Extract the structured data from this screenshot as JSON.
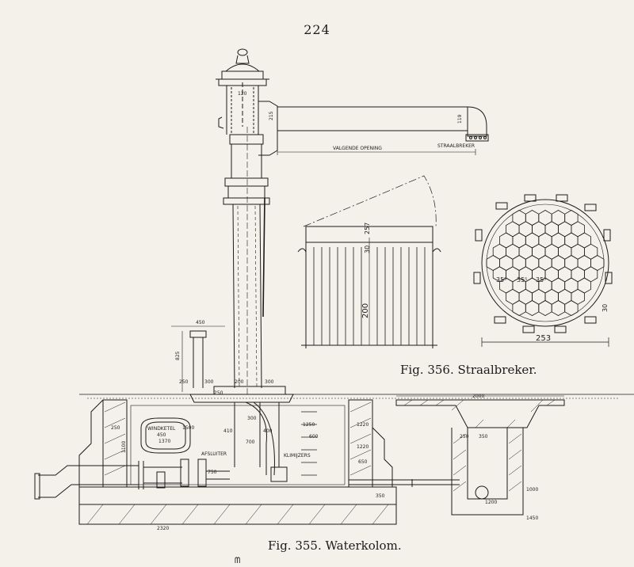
{
  "page_number": "224",
  "captions": {
    "fig356": "Fig. 356. Straalbreker.",
    "fig355": "Fig. 355. Waterkolom."
  },
  "footer_mark": "ᗰ",
  "fig355_labels": {
    "d_450": "450",
    "d_825": "825",
    "d_120": "120",
    "d_215": "215",
    "d_119": "119",
    "d_300a": "300",
    "d_300b": "300",
    "d_200a": "200",
    "d_250a": "250",
    "d_250b": "250",
    "d_410": "410",
    "d_1250": "1250",
    "d_1220": "1220",
    "d_1220b": "1220",
    "d_1100": "1100",
    "d_1500": "1500",
    "d_450b": "450",
    "d_1370": "1370",
    "d_300c": "300",
    "d_400": "400",
    "d_600": "600",
    "d_650": "650",
    "d_700": "700",
    "d_750": "750",
    "d_2320": "2320",
    "d_2000": "2000",
    "d_250c": "250",
    "d_250d": "250",
    "d_350": "350",
    "d_350b": "350",
    "d_1000": "1000",
    "d_1200": "1200",
    "d_1450": "1450",
    "windketel": "WINDKETEL",
    "afsluiter": "AFSLUITER",
    "klimijzers": "KLIMIJZERS",
    "valgende_opening": "VALGENDE OPENING",
    "straalbreker": "STRAALBREKER"
  },
  "fig356_labels": {
    "d_200": "200",
    "d_257": "257",
    "d_30": "30",
    "d_253": "253",
    "d_35a": "35⁵",
    "d_35b": "35⁵",
    "d_35c": "35⁵",
    "d_30b": "30"
  }
}
